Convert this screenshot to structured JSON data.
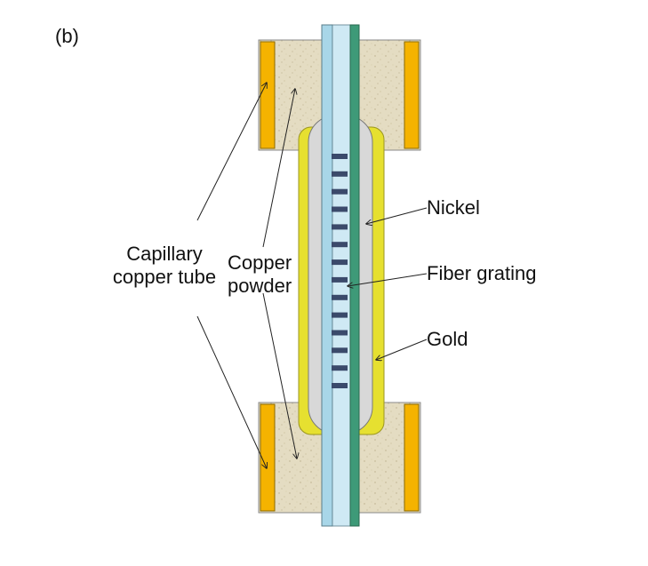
{
  "panel_label": "(b)",
  "labels": {
    "capillary_line1": "Capillary",
    "capillary_line2": "copper tube",
    "copper_line1": "Copper",
    "copper_line2": "powder",
    "nickel": "Nickel",
    "fiber_grating": "Fiber grating",
    "gold": "Gold"
  },
  "colors": {
    "copper_powder": "#e4dcc2",
    "copper_tube": "#f5b300",
    "gold_coat": "#e6e030",
    "nickel_layer": "#d8d8d8",
    "fiber_core": "#c6e6f2",
    "fiber_edge": "#3e9a78",
    "grating_marks": "#3b4a6b",
    "outline": "#6a6a6a"
  },
  "grating_period_count": 14
}
